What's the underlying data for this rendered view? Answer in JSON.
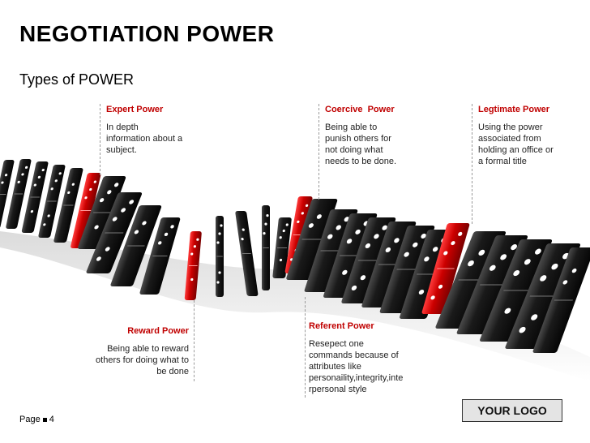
{
  "title": "NEGOTIATION POWER",
  "subtitle": "Types of POWER",
  "powers": {
    "expert": {
      "title": "Expert Power",
      "desc": [
        "In depth",
        "information about a",
        "subject."
      ]
    },
    "coercive": {
      "title": "Coercive  Power",
      "desc": [
        "Being able to",
        "punish others for",
        "not doing what",
        "needs to be done."
      ]
    },
    "legitimate": {
      "title": "Legtimate Power",
      "desc": [
        "Using the power",
        "associated from",
        "holding an office or",
        "a formal title"
      ]
    },
    "reward": {
      "title": "Reward Power",
      "desc": [
        "Being able to reward",
        "others for doing what to",
        "be done"
      ]
    },
    "referent": {
      "title": "Referent Power",
      "desc": [
        "Resepect one",
        "commands because of",
        "attributes like",
        "personaility,integrity,inte",
        "rpersonal style"
      ]
    }
  },
  "footer": {
    "page_label": "Page",
    "page_number": "4"
  },
  "logo": "YOUR LOGO",
  "colors": {
    "accent": "#c00000",
    "domino": "#1a1a1a",
    "pip": "#ffffff"
  }
}
